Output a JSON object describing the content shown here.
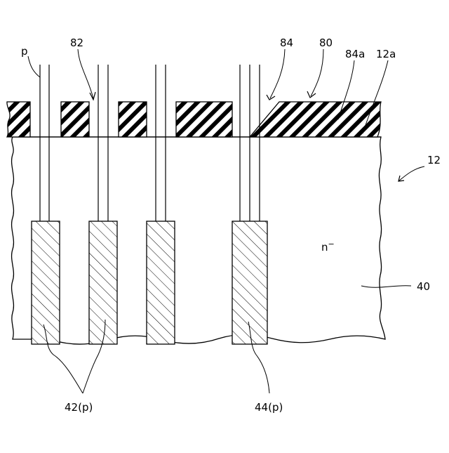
{
  "labels": {
    "p": "p",
    "ref_82": "82",
    "ref_84": "84",
    "ref_80": "80",
    "ref_84a": "84a",
    "ref_12a": "12a",
    "ref_12": "12",
    "n_minus": "n",
    "n_sup": "−",
    "ref_40": "40",
    "ref_42p": "42(p)",
    "ref_44p": "44(p)"
  },
  "colors": {
    "stroke": "#000000",
    "background": "#ffffff"
  }
}
